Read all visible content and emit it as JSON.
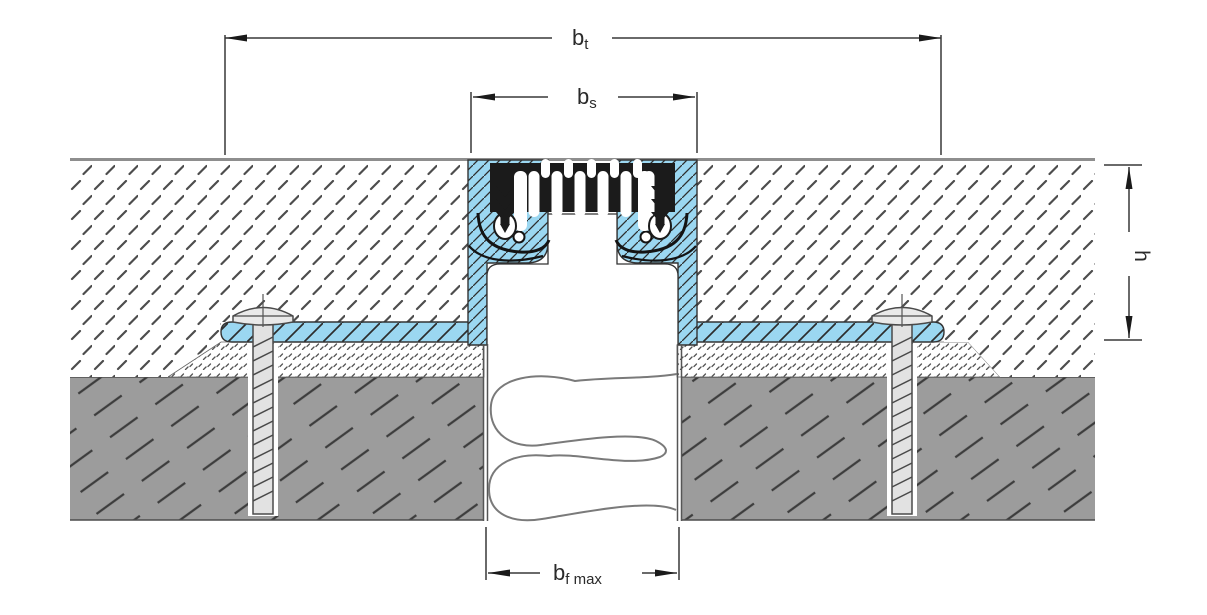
{
  "diagram": {
    "kind": "technical-cross-section",
    "subject": "floor-expansion-joint-profile",
    "labels": {
      "bt": {
        "main": "b",
        "sub": "t"
      },
      "bs": {
        "main": "b",
        "sub": "s"
      },
      "bf": {
        "main": "b",
        "sub": "f max"
      },
      "h": {
        "main": "h"
      }
    },
    "colors": {
      "profile_blue": "#9bd7f1",
      "hatch_dark": "#2d2d2d",
      "insert_black": "#1b1b1b",
      "concrete_gray": "#9c9c9c",
      "concrete_hatch": "#3d3d3d",
      "screed_hatch": "#4d4d4d",
      "line_color": "#383838",
      "surface_line": "#8e8e8e",
      "screw_fill": "#e2e2e2",
      "foam_line": "#7a7a7a",
      "background": "#ffffff"
    },
    "components": [
      "screed-layer-left",
      "screed-layer-right",
      "concrete-slab-left",
      "concrete-slab-right",
      "mortar-bed-left",
      "mortar-bed-right",
      "aluminum-profile-left",
      "aluminum-profile-right",
      "rubber-insert",
      "joint-filler-loops",
      "fixing-screw-left",
      "fixing-screw-right"
    ]
  }
}
